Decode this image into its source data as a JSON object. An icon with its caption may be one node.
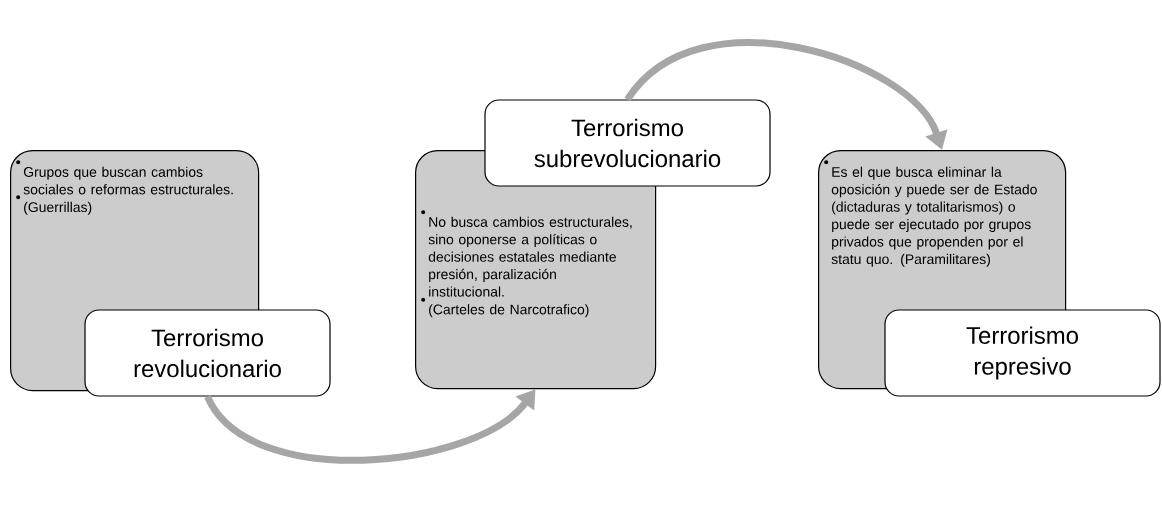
{
  "diagram": {
    "nodes": [
      {
        "text": [
          "Grupos que buscan cambios sociales o reformas estructurales.",
          "(Guerrillas)"
        ]
      },
      {
        "text": [
          "Terrorismo revolucionario"
        ]
      },
      {
        "text": [
          "Terrorismo subrevolucionario"
        ]
      },
      {
        "text": [
          "No busca cambios estructurales, sino oponerse a políticas o decisiones estatales mediante presión, paralización institucional.",
          "(Carteles de Narcotrafico)"
        ]
      },
      {
        "text": [
          "Es el que busca eliminar la oposición y puede ser de Estado (dictaduras y totalitarismos) o puede ser ejecutado por grupos privados que propenden por el statu quo. (Paramilitares)"
        ]
      },
      {
        "text": [
          "Terrorismo represivo"
        ]
      }
    ],
    "edges": [
      {
        "from": 1,
        "to": 3,
        "arrow": "to"
      },
      {
        "from": 2,
        "to": 4,
        "arrow": "to"
      }
    ]
  }
}
